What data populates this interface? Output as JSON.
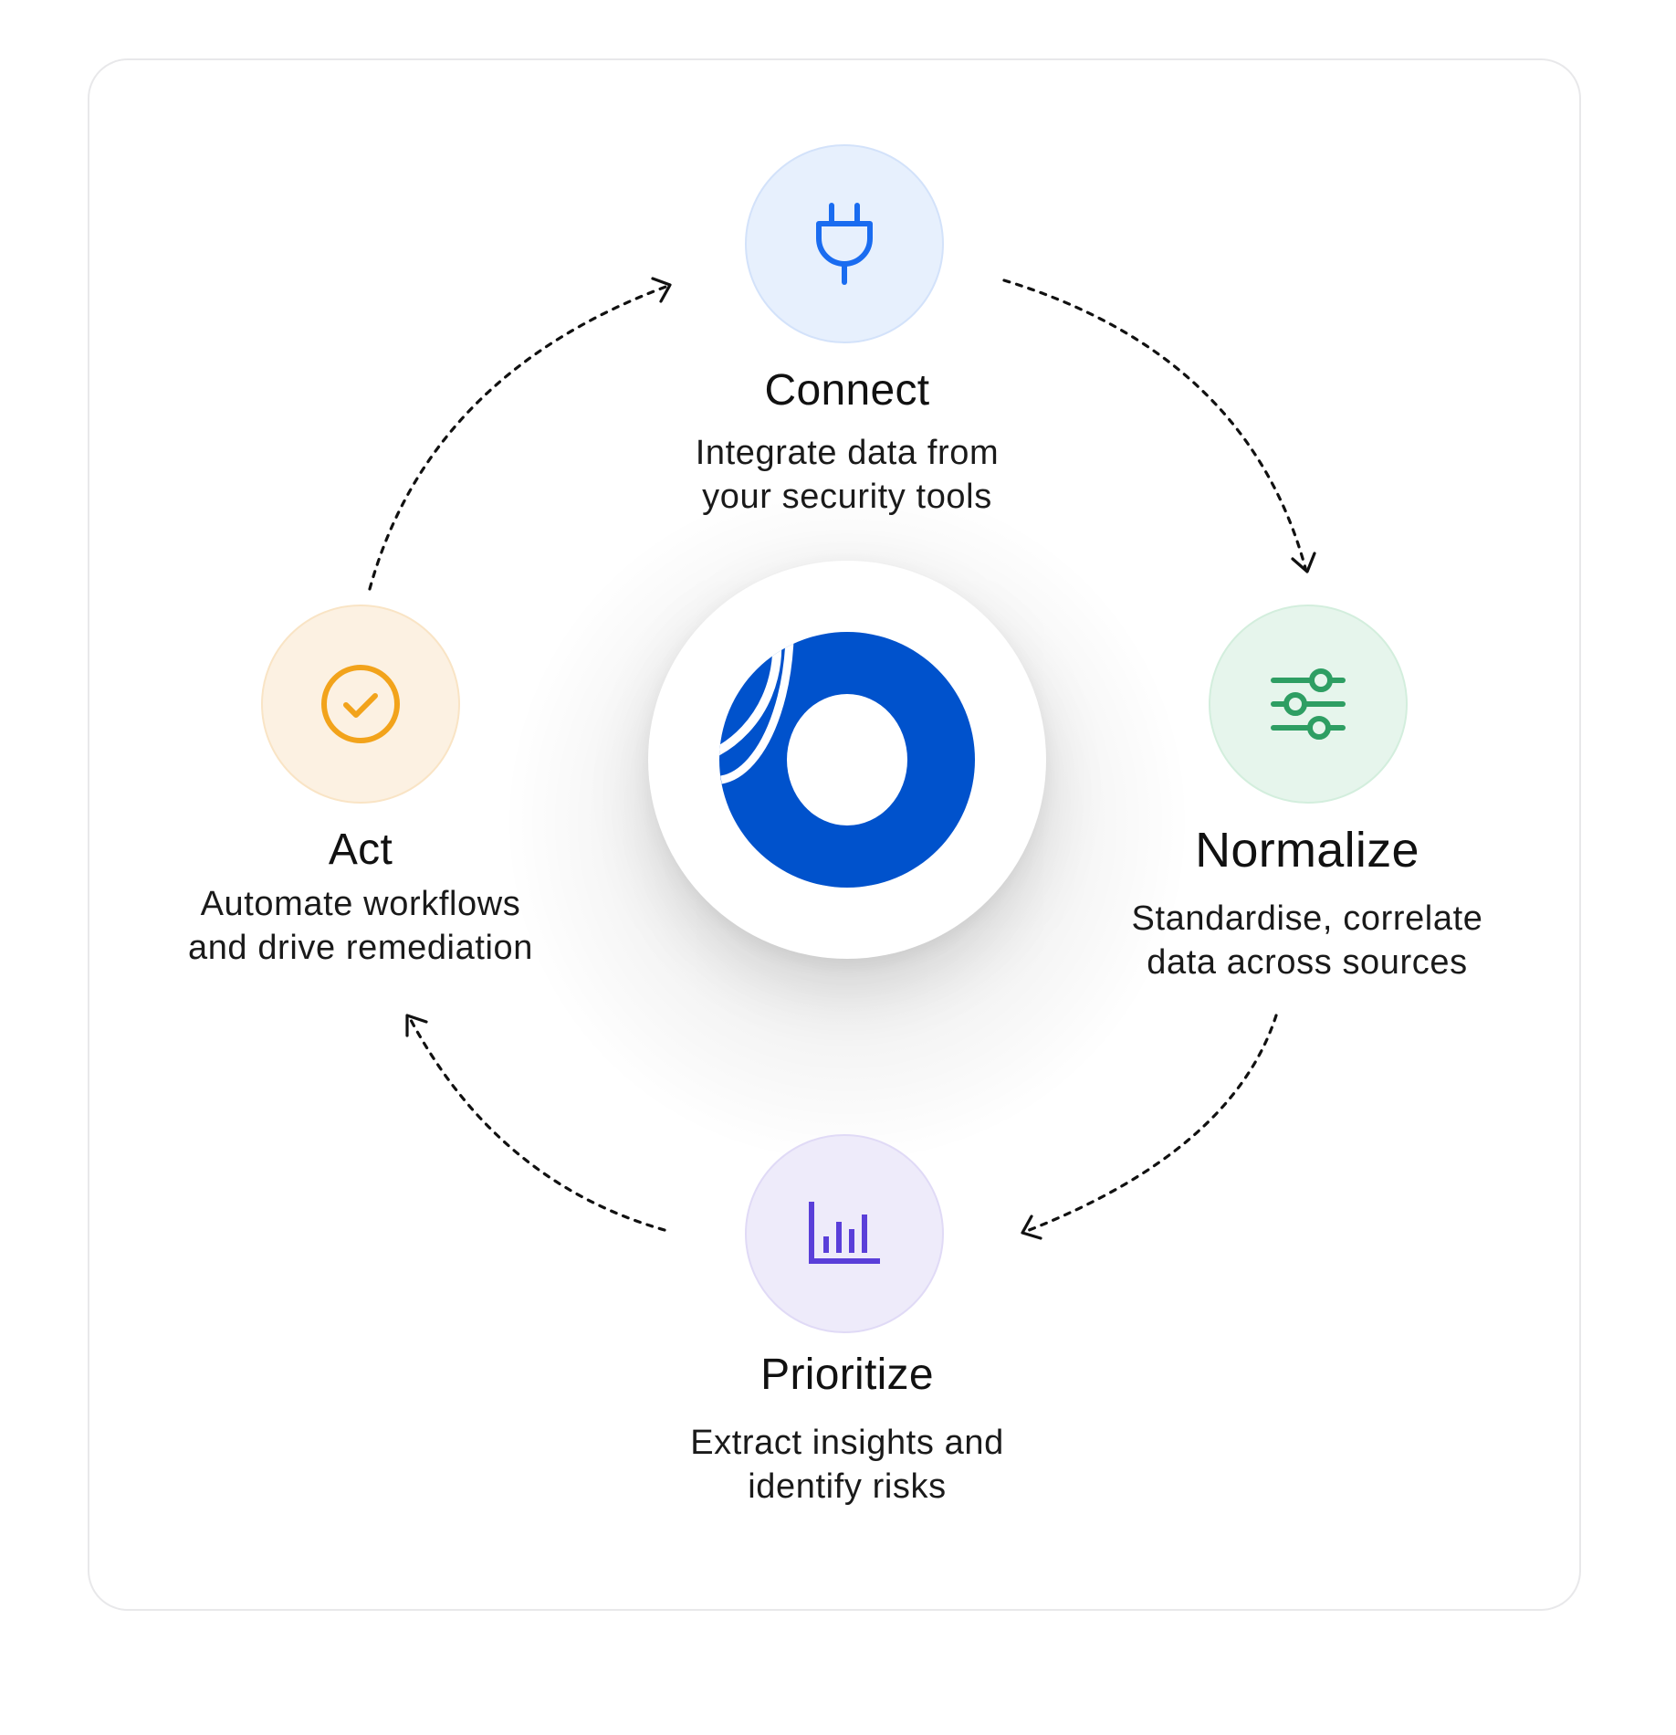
{
  "diagram": {
    "center": {
      "icon": "logo-ring-icon",
      "logo_color": "#0052CC"
    },
    "steps": [
      {
        "key": "connect",
        "title": "Connect",
        "description": [
          "Integrate data from",
          "your security tools"
        ],
        "icon": "plug-icon",
        "accent": "#1A6CF0",
        "circle_fill": "#E7F0FD",
        "circle_border": "#D3E2FA"
      },
      {
        "key": "normalize",
        "title": "Normalize",
        "description": [
          "Standardise, correlate",
          "data across sources"
        ],
        "icon": "sliders-icon",
        "accent": "#2E9E63",
        "circle_fill": "#E6F5EC",
        "circle_border": "#D3EEDD"
      },
      {
        "key": "prioritize",
        "title": "Prioritize",
        "description": [
          "Extract insights and",
          "identify risks"
        ],
        "icon": "bar-chart-icon",
        "accent": "#5A3FD9",
        "circle_fill": "#EEEBFA",
        "circle_border": "#E0DAF6"
      },
      {
        "key": "act",
        "title": "Act",
        "description": [
          "Automate workflows",
          "and drive remediation"
        ],
        "icon": "check-circle-icon",
        "accent": "#F2A31B",
        "circle_fill": "#FCF1E2",
        "circle_border": "#F9E4C5"
      }
    ],
    "connector_color": "#111111"
  }
}
